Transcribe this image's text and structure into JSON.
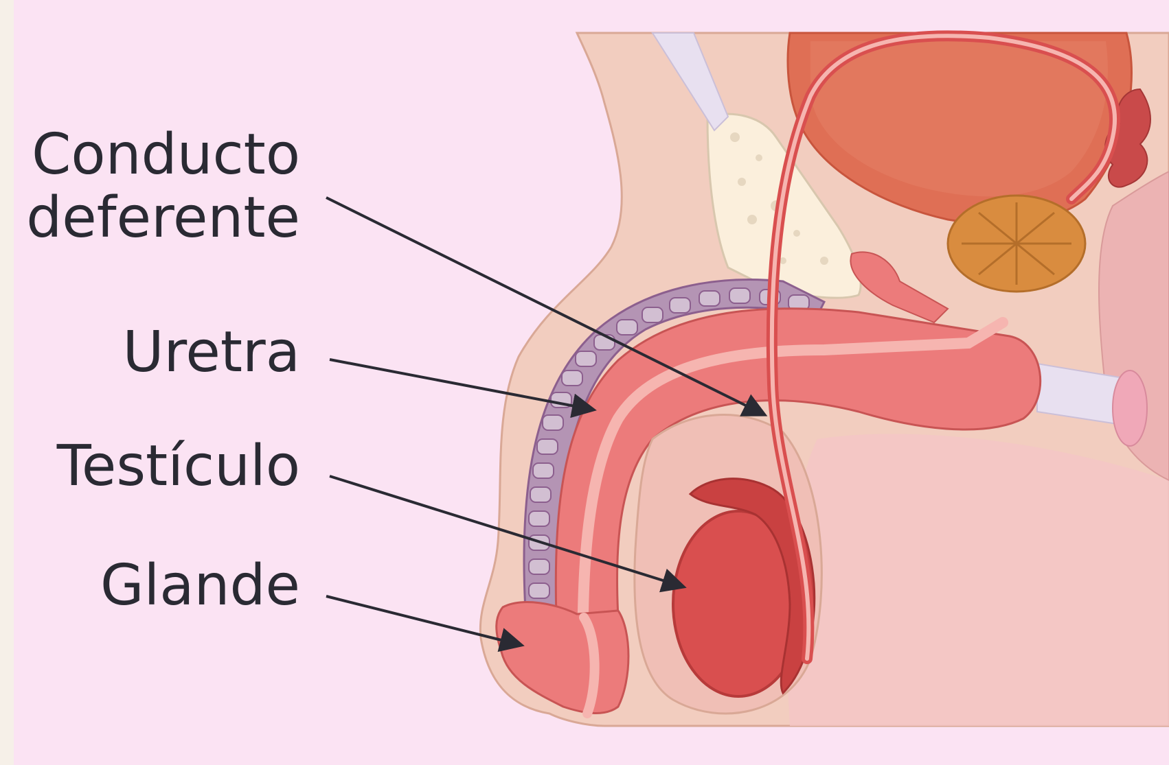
{
  "labels": {
    "vas_deferens_line1": "Conducto",
    "vas_deferens_line2": "deferente",
    "urethra": "Uretra",
    "testicle": "Testículo",
    "glans": "Glande"
  },
  "colors": {
    "background": "#fbe3f3",
    "outer_margin": "#f6f0e8",
    "skin": "#f2cdbf",
    "skin_outline": "#d9a896",
    "inner_tissue": "#f5c6c6",
    "shaft": "#ec7b7b",
    "shaft_outline": "#c85454",
    "urethra": "#f6b5b0",
    "corpus_cavernosum": "#b494b4",
    "corpus_outline": "#8c5f8e",
    "testicle": "#d94f4f",
    "testicle_outline": "#b73a3a",
    "bladder": "#df6f55",
    "prostate": "#d98c3f",
    "bone": "#fbefdc",
    "ligament": "#e8e0f0",
    "label_text": "#2a2a33",
    "arrow": "#2a2a33"
  }
}
